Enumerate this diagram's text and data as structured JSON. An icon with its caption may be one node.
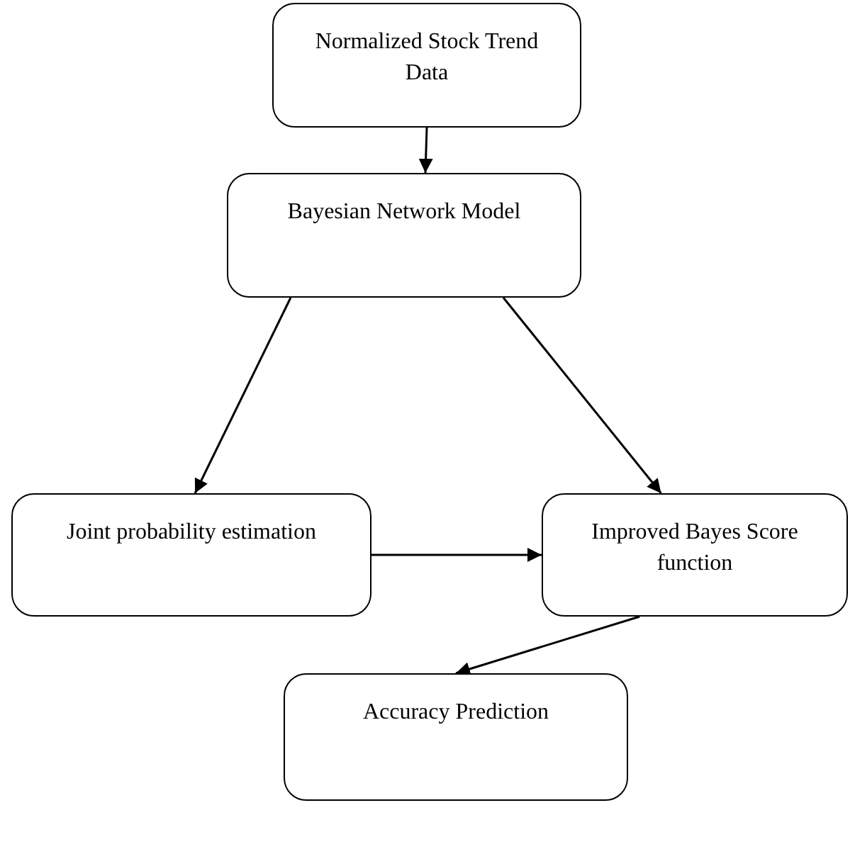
{
  "diagram": {
    "nodes": [
      {
        "text": [
          "Normalized Stock Trend Data"
        ]
      },
      {
        "text": [
          "Bayesian Network Model"
        ]
      },
      {
        "text": [
          "Joint probability estimation"
        ]
      },
      {
        "text": [
          "Improved Bayes Score function"
        ]
      },
      {
        "text": [
          "Accuracy Prediction"
        ]
      }
    ],
    "edges": [
      {
        "from": 0,
        "to": 1,
        "arrow": "to"
      },
      {
        "from": 1,
        "to": 2,
        "arrow": "to"
      },
      {
        "from": 1,
        "to": 3,
        "arrow": "to"
      },
      {
        "from": 2,
        "to": 3,
        "arrow": "to"
      },
      {
        "from": 3,
        "to": 4,
        "arrow": "to"
      }
    ]
  }
}
